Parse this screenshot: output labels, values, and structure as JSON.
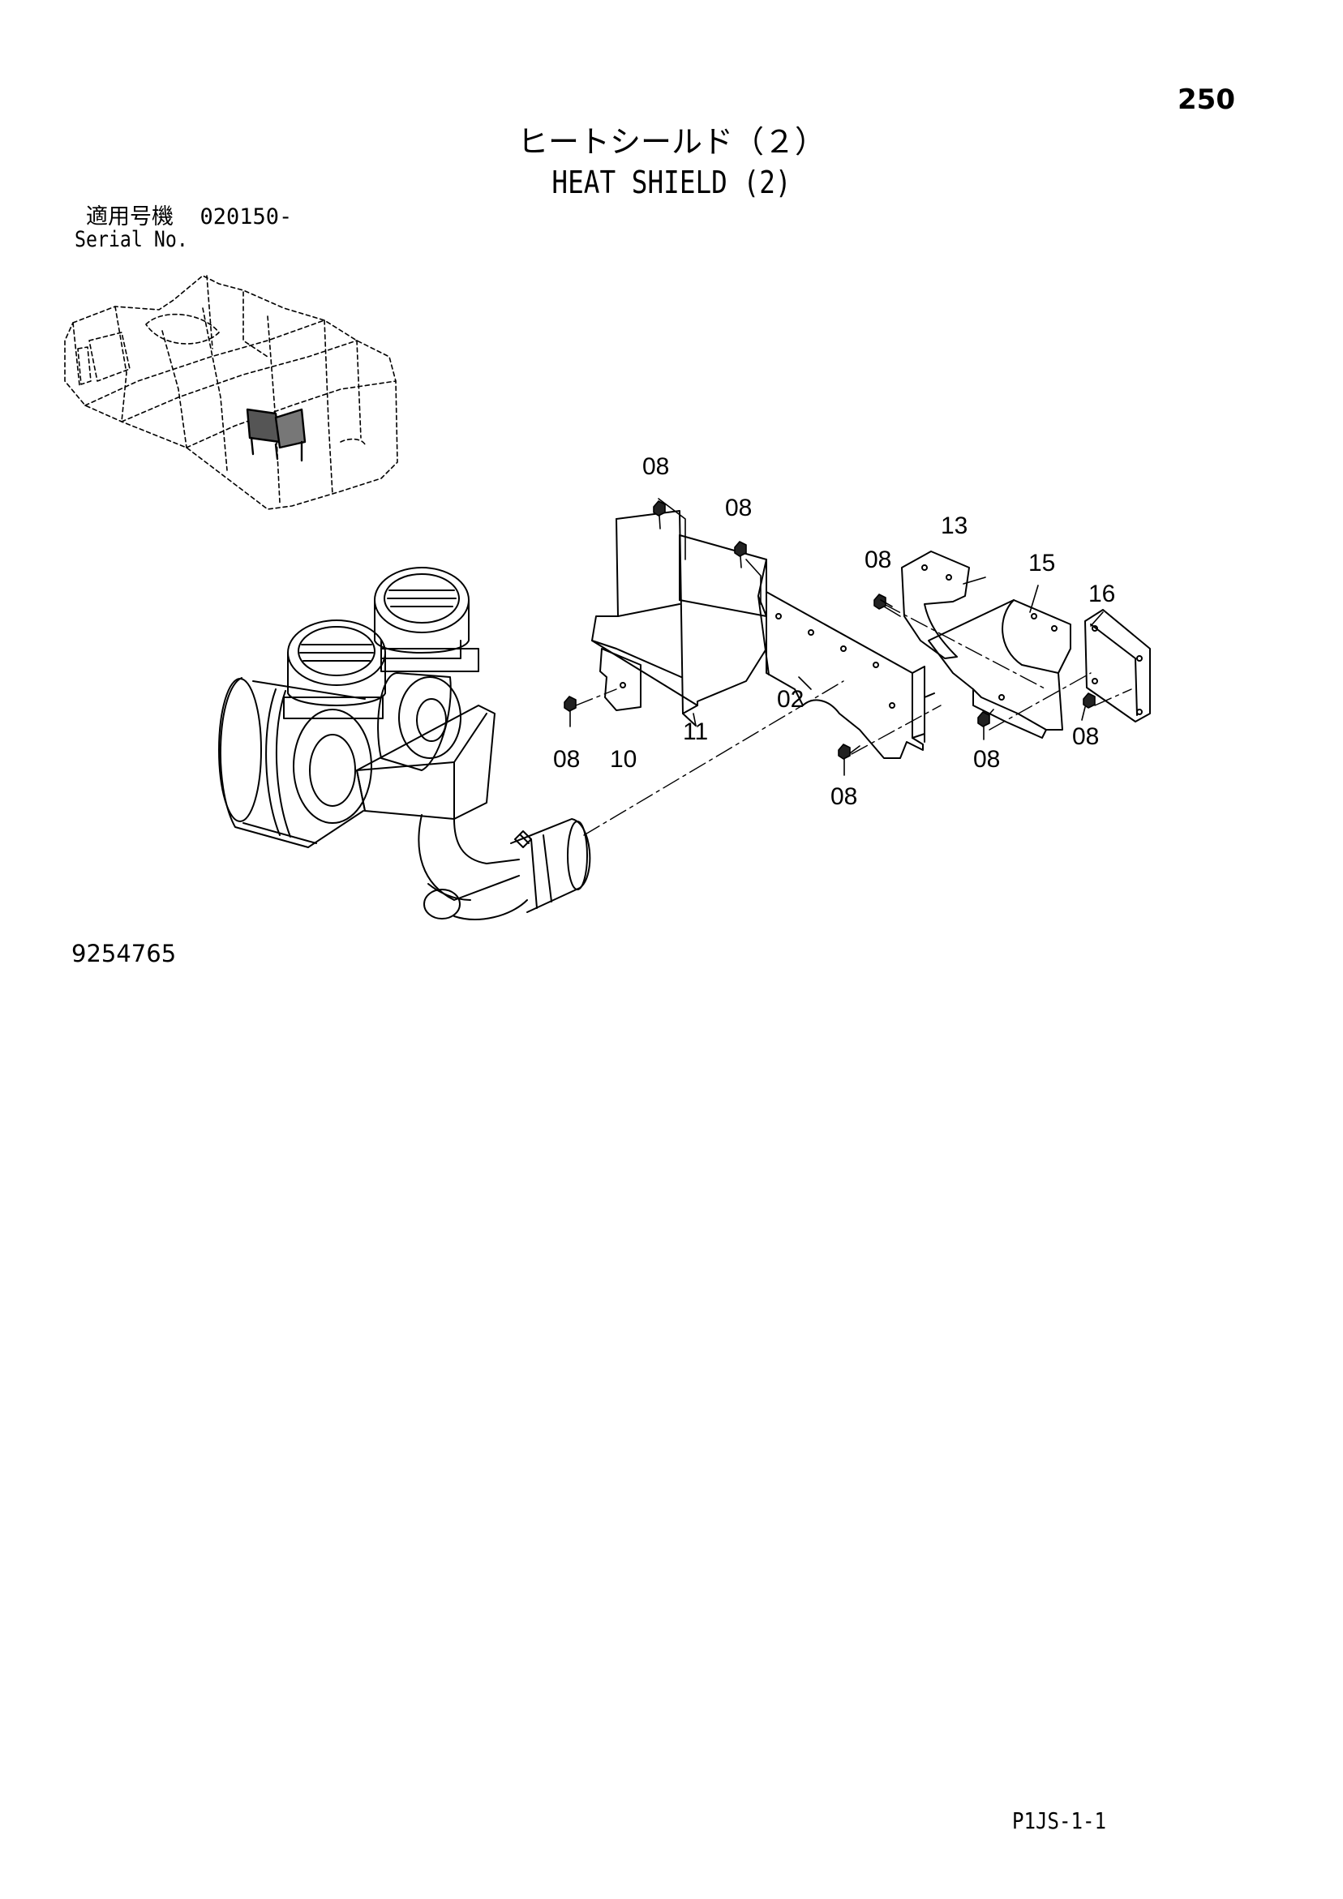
{
  "page_number": "250",
  "title_jp": "ヒートシールド（２）",
  "title_en": "HEAT SHIELD (2)",
  "serial_label_jp": "適用号機",
  "serial_value": "020150-",
  "serial_label_en": "Serial No.",
  "drawing_number": "9254765",
  "page_code": "P1JS-1-1",
  "callouts": [
    {
      "id": "c1",
      "label": "08"
    },
    {
      "id": "c2",
      "label": "08"
    },
    {
      "id": "c3",
      "label": "13"
    },
    {
      "id": "c4",
      "label": "08"
    },
    {
      "id": "c5",
      "label": "15"
    },
    {
      "id": "c6",
      "label": "16"
    },
    {
      "id": "c7",
      "label": "02"
    },
    {
      "id": "c8",
      "label": "11"
    },
    {
      "id": "c9",
      "label": "08"
    },
    {
      "id": "c10",
      "label": "10"
    },
    {
      "id": "c11",
      "label": "08"
    },
    {
      "id": "c12",
      "label": "08"
    },
    {
      "id": "c13",
      "label": "08"
    }
  ]
}
